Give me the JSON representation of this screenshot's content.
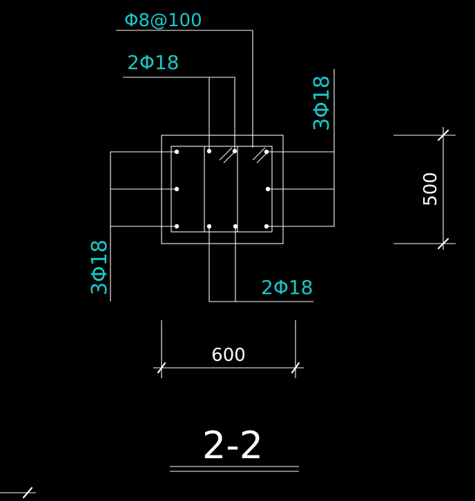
{
  "labels": {
    "stirrup": "Φ8@100",
    "top_bars": "2Φ18",
    "right_bars": "3Φ18",
    "left_bars": "3Φ18",
    "bottom_bars": "2Φ18",
    "dim_width": "600",
    "dim_height": "500",
    "section_title": "2-2"
  },
  "colors": {
    "background": "#000000",
    "lines": "#ffffff",
    "rebar_labels": "#19c9c9",
    "dimensions": "#ffffff"
  }
}
